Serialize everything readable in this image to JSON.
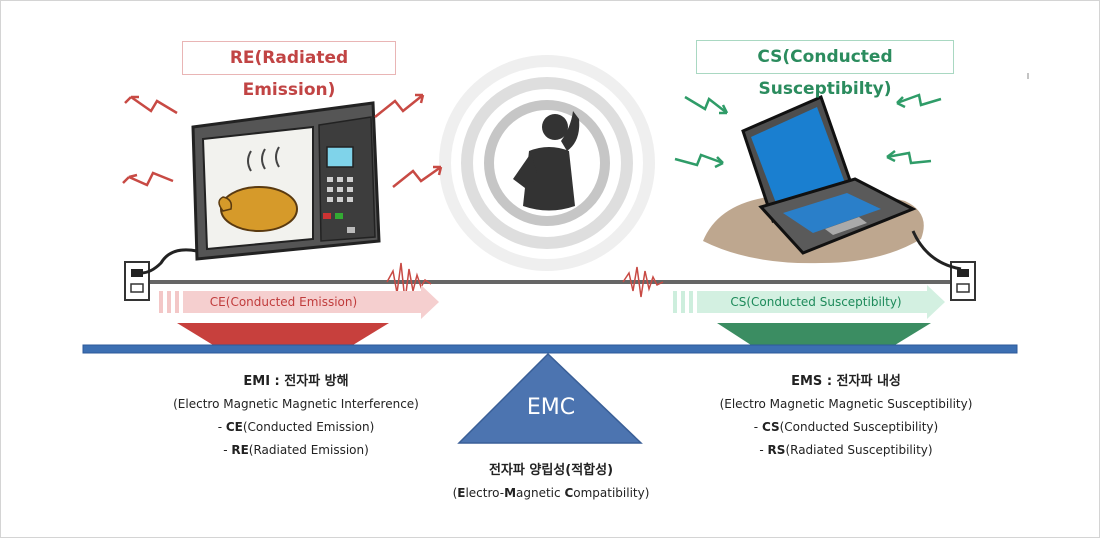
{
  "titles": {
    "re": "RE(Radiated Emission)",
    "cs": "CS(Conducted Susceptibilty)"
  },
  "arrows": {
    "ce": "CE(Conducted Emission)",
    "cs": "CS(Conducted Susceptibilty)"
  },
  "triangle": {
    "label": "EMC"
  },
  "captions": {
    "emi": {
      "heading": "EMI : 전자파 방해",
      "full": "(Electro Magnetic Magnetic Interference)",
      "ce_abbr": "CE",
      "ce_rest": "(Conducted Emission)",
      "re_abbr": "RE",
      "re_rest": "(Radiated Emission)"
    },
    "ems": {
      "heading": "EMS : 전자파 내성",
      "full": "(Electro Magnetic Magnetic Susceptibility)",
      "cs_abbr": "CS",
      "cs_rest": "(Conducted Susceptibility)",
      "rs_abbr": "RS",
      "rs_rest": "(Radiated Susceptibility)"
    },
    "emc": {
      "heading": "전자파 양립성(적합성)",
      "p1": "(",
      "e": "E",
      "p2": "lectro-",
      "m": "M",
      "p3": "agnetic ",
      "c": "C",
      "p4": "ompatibility)"
    }
  },
  "colors": {
    "red": "#c14444",
    "green": "#2b8c5e",
    "beam": "#3c6fb2",
    "triangle": "#4c74b0",
    "red_trapezoid": "#c7403d",
    "green_trapezoid": "#3b8d62"
  }
}
